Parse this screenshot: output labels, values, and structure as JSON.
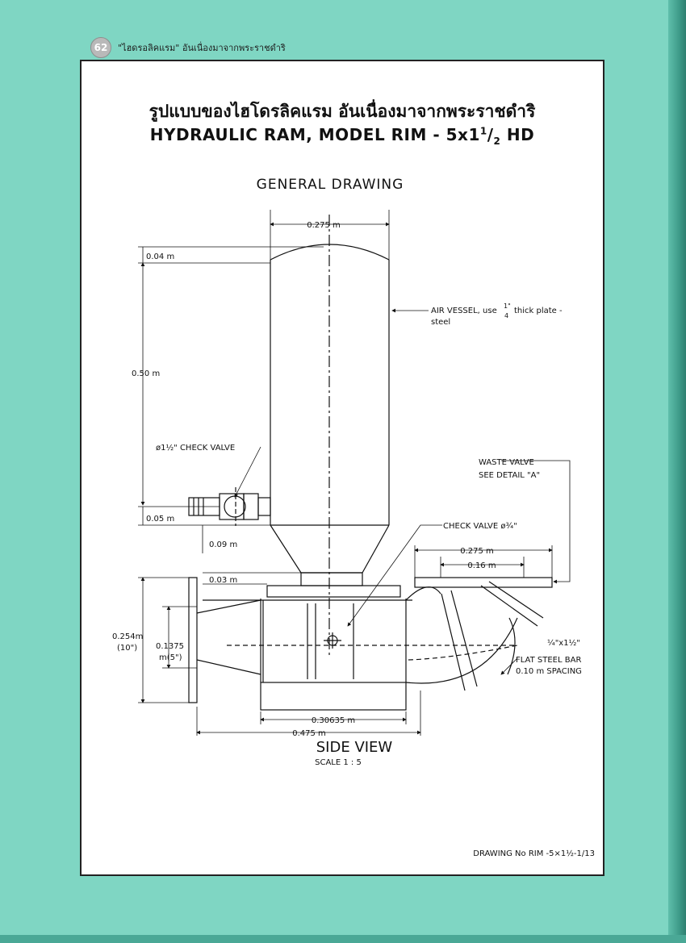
{
  "header": {
    "page_number": "62",
    "running_title": "\"ไฮดรอลิคแรม\" อันเนื่องมาจากพระราชดำริ"
  },
  "title": {
    "thai": "รูปแบบของไฮโดรลิคแรม อันเนื่องมาจากพระราชดำริ",
    "english_prefix": "HYDRAULIC RAM, MODEL RIM - 5x1",
    "english_sup": "1",
    "english_slash": "/",
    "english_sub": "2",
    "english_suffix": " HD"
  },
  "drawing": {
    "heading": "GENERAL DRAWING",
    "dims": {
      "top_width": "0.275 m",
      "dome_height": "0.04 m",
      "vessel_height": "0.50 m",
      "outlet_height": "0.05 m",
      "cone_height": "0.09 m",
      "plate_height": "0.03 m",
      "body_height": "0.254m",
      "body_height_in": "(10\")",
      "inner_height": "0.1375",
      "inner_height_in": "m(5\")",
      "body_width": "0.30635 m",
      "total_width": "0.475 m",
      "waste_width": "0.275 m",
      "waste_inner": "0.16 m"
    },
    "callouts": {
      "air_vessel_1": "AIR VESSEL, use",
      "air_vessel_frac_num": "1\"",
      "air_vessel_frac_den": "4",
      "air_vessel_2": "thick plate -",
      "air_vessel_3": "steel",
      "check_valve_outlet": "ø1½\" CHECK VALVE",
      "waste_valve_1": "WASTE VALVE",
      "waste_valve_2": "SEE DETAIL \"A\"",
      "check_valve_inner": "CHECK VALVE ø¾\"",
      "flat_bar_size": "¼\"x1½\"",
      "flat_bar_1": "FLAT STEEL BAR",
      "flat_bar_2": "0.10 m SPACING"
    },
    "view_title": "SIDE VIEW",
    "scale": "SCALE 1 : 5",
    "drawing_number": "DRAWING No RIM -5×1½-1/13"
  },
  "colors": {
    "background": "#7fd6c3",
    "paper": "#ffffff",
    "ink": "#111111"
  }
}
